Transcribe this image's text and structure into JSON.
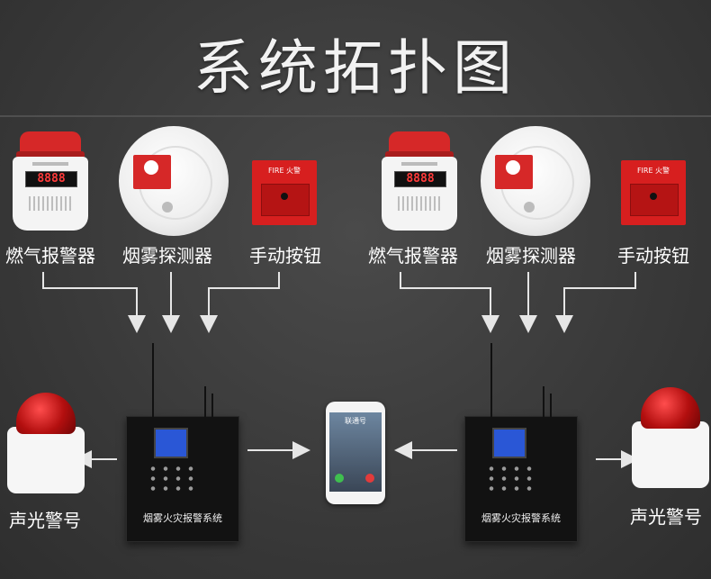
{
  "title": "系统拓扑图",
  "detectors_left": {
    "gas_label": "燃气报警器",
    "smoke_label": "烟雾探测器",
    "button_label": "手动按钮"
  },
  "detectors_right": {
    "gas_label": "燃气报警器",
    "smoke_label": "烟雾探测器",
    "button_label": "手动按钮"
  },
  "gas_display": "8888",
  "button_text": "FIRE 火警",
  "panel_text": "烟雾火灾报警系统",
  "phone_title": "联通号",
  "siren_left_label": "声光警号",
  "siren_right_label": "声光警号",
  "colors": {
    "accent_red": "#d62828",
    "background": "#3a3a3a",
    "text": "#ffffff"
  }
}
